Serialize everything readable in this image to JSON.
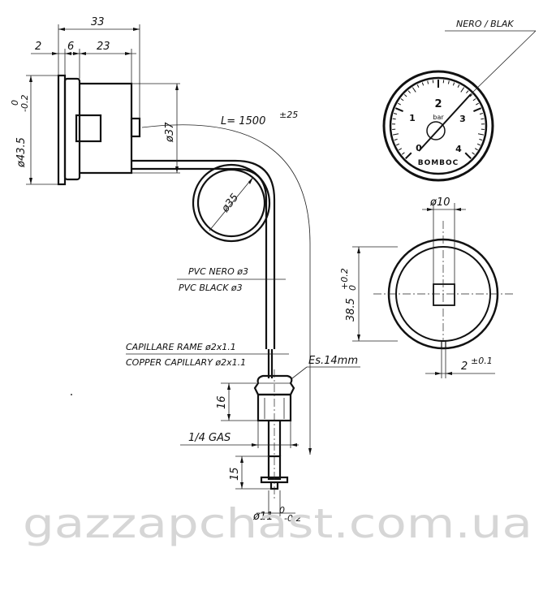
{
  "side_view": {
    "dim_overall_length": "33",
    "dim_flange": "2",
    "dim_bezel": "6",
    "dim_body": "23",
    "dim_flange_diameter": "ø43.5",
    "dim_flange_tol_upper": "0",
    "dim_flange_tol_lower": "-0.2",
    "dim_body_diameter": "ø37"
  },
  "capillary": {
    "length_label": "L= 1500",
    "length_tolerance": "±25",
    "coil_diameter": "ø35",
    "pvc_label_it": "PVC NERO ø3",
    "pvc_label_en": "PVC BLACK ø3",
    "copper_label_it": "CAPILLARE RAME ø2x1.1",
    "copper_label_en": "COPPER CAPILLARY ø2x1.1"
  },
  "fitting": {
    "wrench_size": "Es.14mm",
    "nut_height": "16",
    "thread": "1/4 GAS",
    "bulb_length": "15",
    "bulb_diameter": "ø11",
    "bulb_tol_upper": "0",
    "bulb_tol_lower": "-0.2"
  },
  "front_view": {
    "pointer_label": "NERO / BLAK",
    "unit": "bar",
    "scale_labels": [
      "0",
      "1",
      "2",
      "3",
      "4"
    ],
    "brand": "BOMBOC"
  },
  "back_view": {
    "dim_stem_diameter": "ø10",
    "dim_cutout_diameter": "38.5",
    "dim_cutout_tol_upper": "+0.2",
    "dim_cutout_tol_lower": "0",
    "dim_tab_width": "2",
    "dim_tab_tol": "±0.1"
  },
  "watermark": "gazzapchast.com.ua"
}
